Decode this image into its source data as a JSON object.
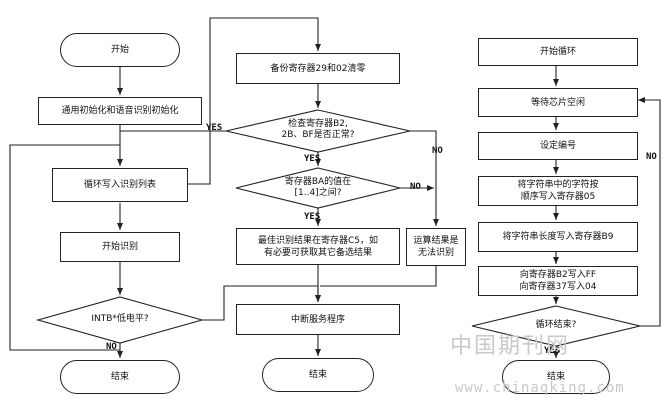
{
  "col1": {
    "start": "开始",
    "init": "通用初始化和语音识别初始化",
    "write_list": "循环写入识别列表",
    "start_recog": "开始识别",
    "intb_check": "INTB*低电平?",
    "end": "结束"
  },
  "col2": {
    "backup": "备份寄存器29和02清零",
    "check_regs": "检查寄存器B2,\n2B、BF是否正常?",
    "ba_check": "寄存器BA的值在\n[1..4]之间?",
    "best_result": "最佳识别结果在寄存器C5，如\n有必要可获取其它备选结果",
    "no_result": "运算结果是\n无法识别",
    "isr": "中断服务程序",
    "end": "结束"
  },
  "col3": {
    "start_loop": "开始循环",
    "wait_idle": "等待芯片空闲",
    "set_number": "设定编号",
    "write_string": "将字符串中的字符按\n顺序写入寄存器05",
    "write_length": "将字符串长度写入寄存器B9",
    "write_regs": "向寄存器B2写入FF\n向寄存器37写入04",
    "loop_end": "循环结束?",
    "end": "结束"
  },
  "flow_labels": {
    "yes1": "YES",
    "no1": "NO",
    "yes2": "YES",
    "no2": "NO",
    "yes3": "YES",
    "no3": "NO",
    "yes4": "YES",
    "no4": "NO"
  },
  "watermark": {
    "cn": "中国期刊网",
    "url": "www.chinaqking.com"
  }
}
